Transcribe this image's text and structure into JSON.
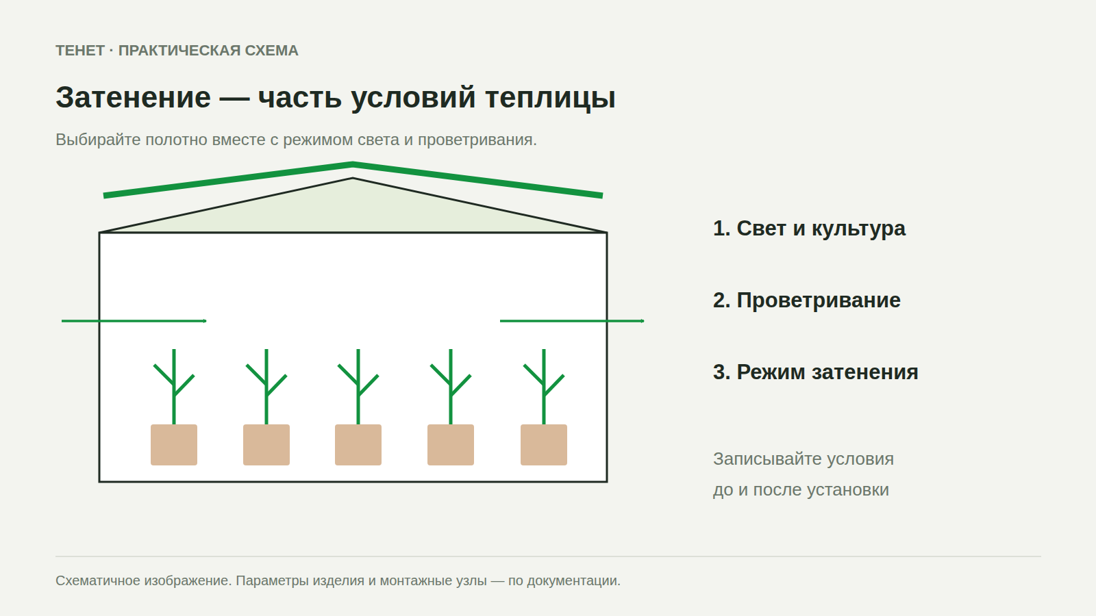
{
  "diagram": {
    "title": "Затенение — часть условий теплицы",
    "caption": "Схематичное изображение. Параметры изделия и монтажные узлы — по документации.",
    "labels": [
      "ТЕНЕТ · ПРАКТИЧЕСКАЯ СХЕМА",
      "Выбирайте полотно вместе с режимом света и проветривания.",
      "1. Свет и культура",
      "2. Проветривание",
      "3. Режим затенения",
      "Записывайте условия до и после установки"
    ]
  }
}
